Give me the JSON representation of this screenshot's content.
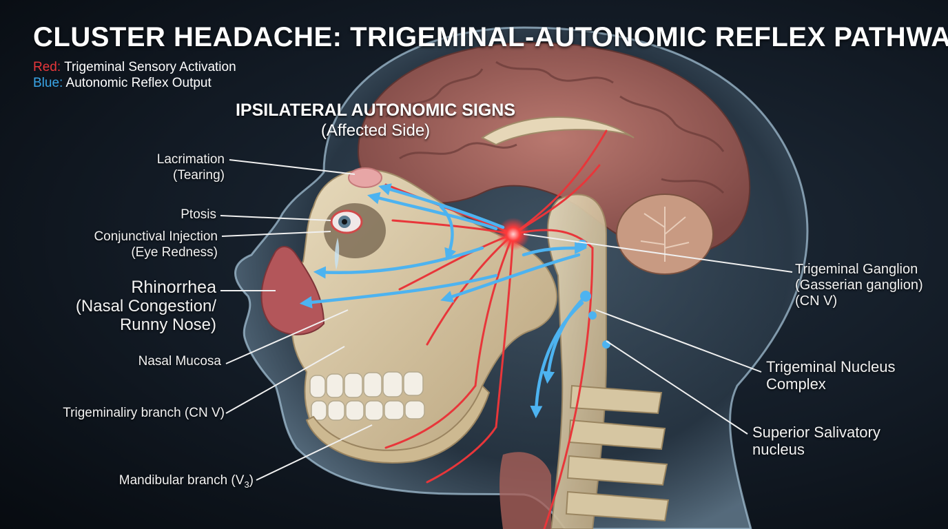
{
  "title": "CLUSTER HEADACHE: TRIGEMINAL-AUTONOMIC REFLEX PATHWAY",
  "legend": {
    "red_key": "Red:",
    "red_text": "Trigeminal Sensory Activation",
    "blue_key": "Blue:",
    "blue_text": "Autonomic Reflex Output"
  },
  "signs_heading": {
    "title": "IPSILATERAL AUTONOMIC SIGNS",
    "subtitle": "(Affected Side)"
  },
  "labels": {
    "lacrimation": [
      "Lacrimation",
      "(Tearing)"
    ],
    "ptosis": "Ptosis",
    "conjunctival": [
      "Conjunctival Injection",
      "(Eye Redness)"
    ],
    "rhinorrhea": [
      "Rhinorrhea",
      "(Nasal Congestion/",
      "Runny Nose)"
    ],
    "nasal_mucosa": "Nasal Mucosa",
    "trigeminal_branch": "Trigeminaliry branch (CN V)",
    "mandibular_branch": "Mandibular branch (V",
    "mandibular_sub": "3",
    "mandibular_close": ")",
    "trigeminal_ganglion": [
      "Trigeminal Ganglion",
      "(Gasserian ganglion)",
      "(CN V)"
    ],
    "trigeminal_nucleus": [
      "Trigeminal Nucleus",
      "Complex"
    ],
    "superior_salivatory": [
      "Superior Salivatory",
      "nucleus"
    ]
  },
  "colors": {
    "sensory_red": "#e8363a",
    "autonomic_blue": "#3aa6e8",
    "bone": "#d8c7a4",
    "brain": "#a86a64",
    "skin": "#8fa6b8"
  }
}
